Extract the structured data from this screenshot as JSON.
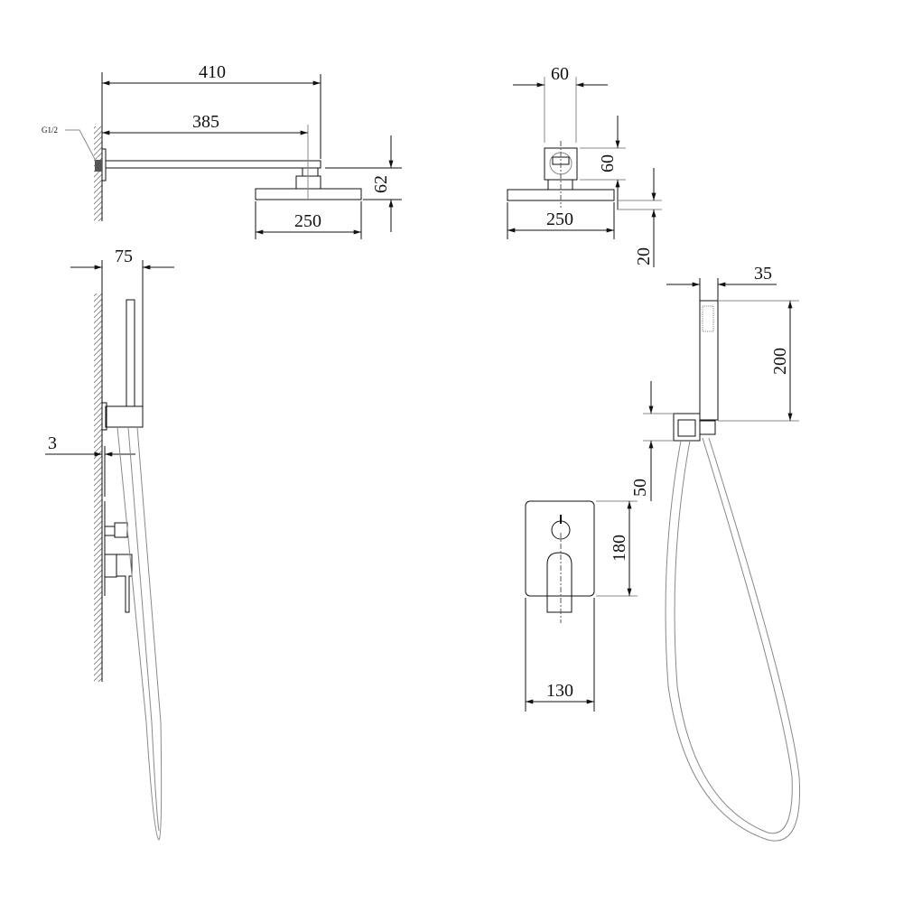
{
  "top_side_view": {
    "overall_length": "410",
    "arm_length": "385",
    "head_width": "250",
    "height": "62",
    "thread_label": "G1/2"
  },
  "top_front_view": {
    "connector_width": "60",
    "connector_height": "60",
    "head_width": "250",
    "head_thickness": "20"
  },
  "bottom_side_view": {
    "projection": "75",
    "plate_gap": "3"
  },
  "bottom_front_view": {
    "handshower_width": "35",
    "handshower_length": "200",
    "holder_height": "50",
    "plate_height": "180",
    "plate_width": "130"
  }
}
